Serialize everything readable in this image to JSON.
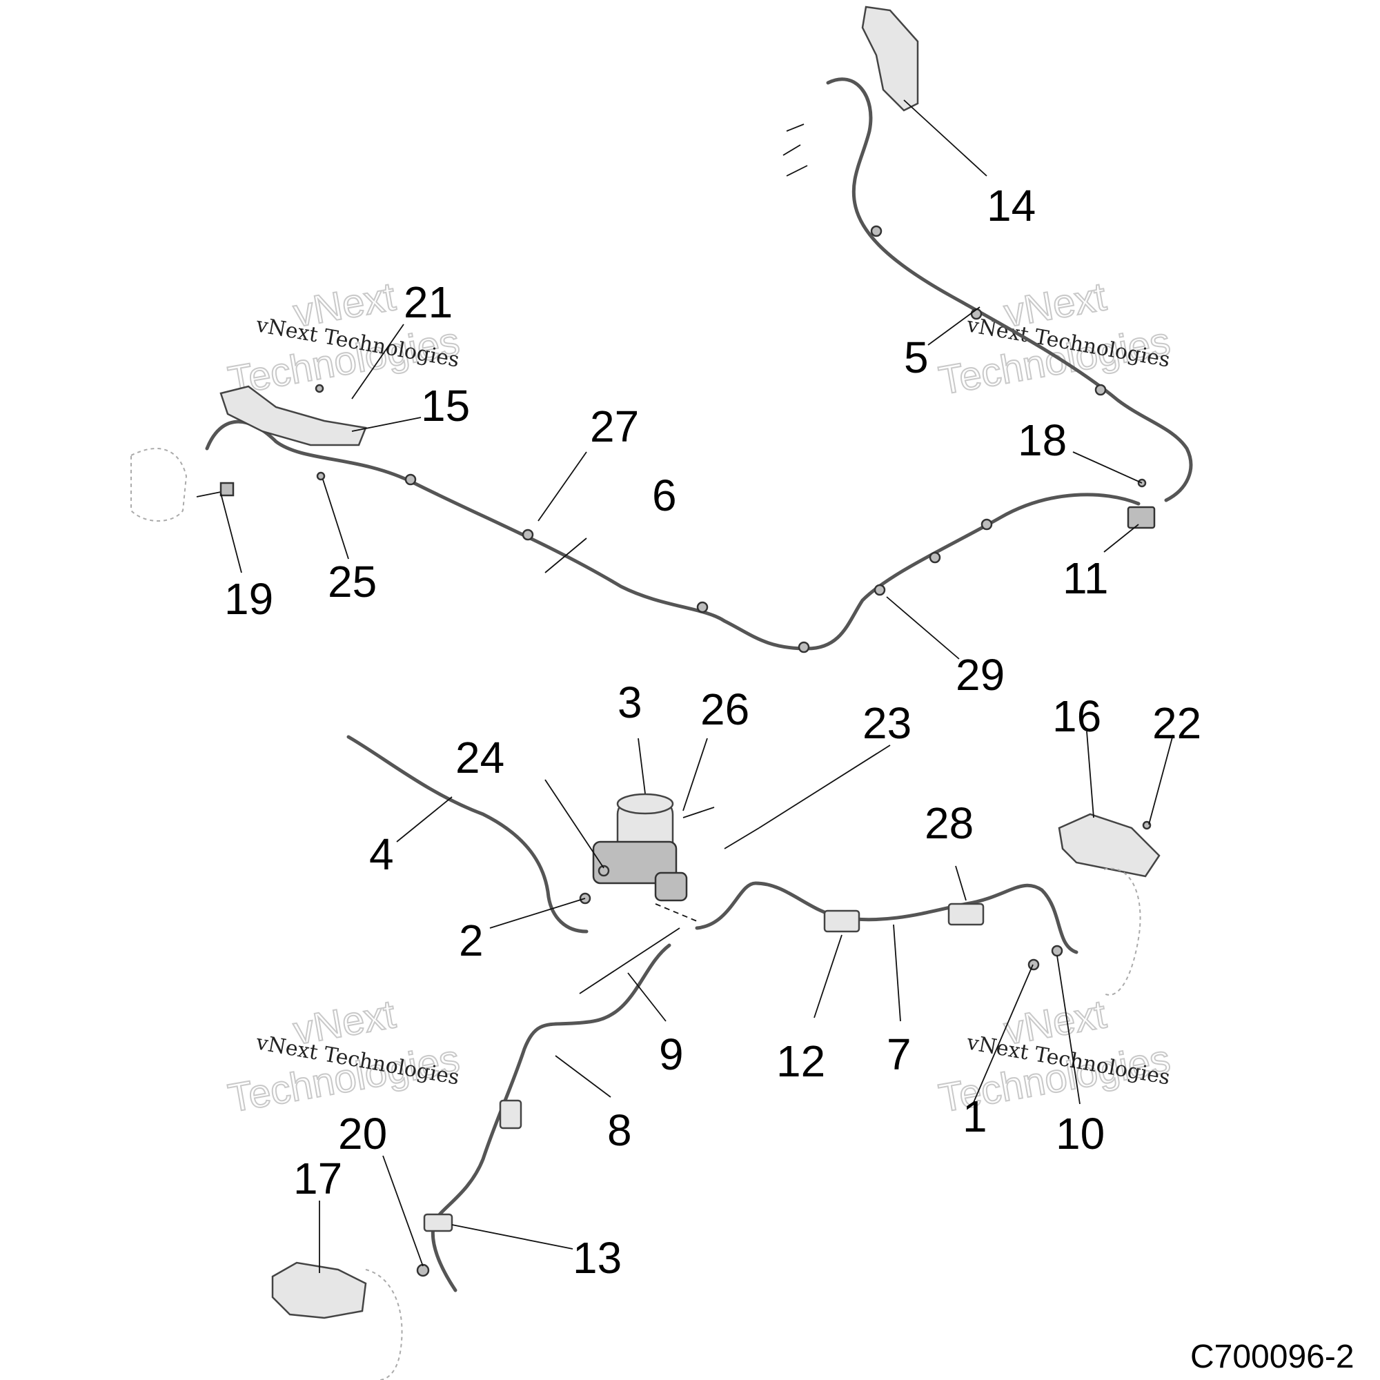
{
  "diagram_code": "C700096-2",
  "watermark": {
    "brand": "vNext",
    "company": "Technologies",
    "full": "vNext Technologies"
  },
  "callouts": [
    "1",
    "2",
    "3",
    "4",
    "5",
    "6",
    "7",
    "8",
    "9",
    "10",
    "11",
    "12",
    "13",
    "14",
    "15",
    "16",
    "17",
    "18",
    "19",
    "20",
    "21",
    "22",
    "23",
    "24",
    "25",
    "26",
    "27",
    "28",
    "29"
  ]
}
